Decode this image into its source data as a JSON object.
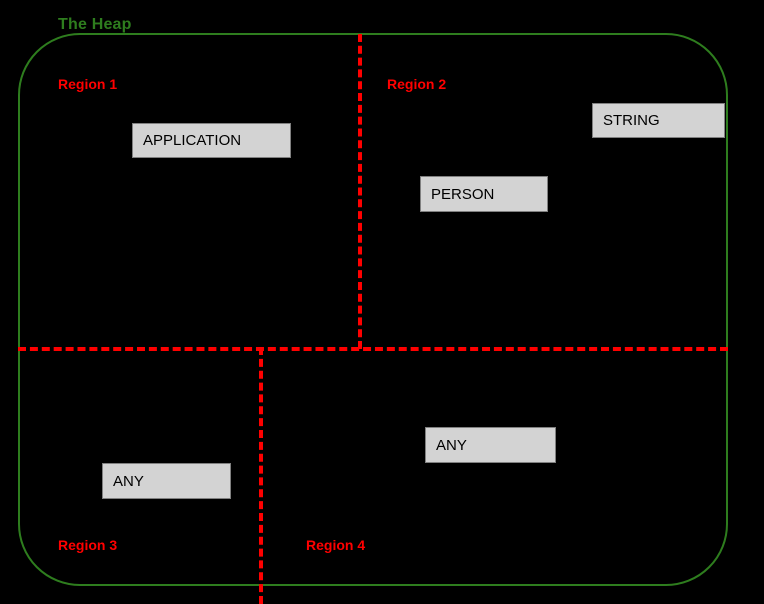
{
  "diagram": {
    "title": "The Heap",
    "colors": {
      "background": "#000000",
      "heap_border": "#2e7d1e",
      "heap_label": "#2e7d1e",
      "divider": "#ff0000",
      "region_label": "#ff0000",
      "object_fill": "#d3d3d3",
      "object_border": "#808080",
      "object_text": "#000000"
    },
    "regions": [
      {
        "id": "region-1",
        "label": "Region 1"
      },
      {
        "id": "region-2",
        "label": "Region 2"
      },
      {
        "id": "region-3",
        "label": "Region 3"
      },
      {
        "id": "region-4",
        "label": "Region 4"
      }
    ],
    "objects": [
      {
        "id": "application",
        "label": "APPLICATION",
        "region": "Region 1"
      },
      {
        "id": "string",
        "label": "STRING",
        "region": "Region 2"
      },
      {
        "id": "person",
        "label": "PERSON",
        "region": "Region 2"
      },
      {
        "id": "any-r3",
        "label": "ANY",
        "region": "Region 3"
      },
      {
        "id": "any-r4",
        "label": "ANY",
        "region": "Region 4"
      }
    ]
  }
}
